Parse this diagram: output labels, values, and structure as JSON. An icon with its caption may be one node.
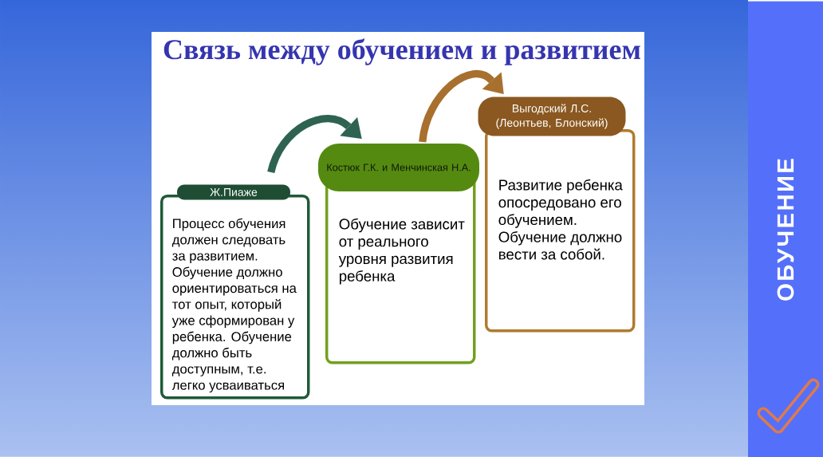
{
  "diagram": {
    "title": "Связь между обучением и развитием",
    "nodes": [
      {
        "text": [
          "Ж.Пиаже",
          "Процесс обучения должен следовать за развитием. Обучение должно ориентироваться на тот опыт, который уже сформирован у ребенка. Обучение должно быть доступным, т.е. легко усваиваться"
        ]
      },
      {
        "text": [
          "Костюк Г.К. и Менчинская Н.А.",
          "Обучение зависит от реального уровня развития ребенка"
        ]
      },
      {
        "text": [
          "Выгодский Л.С. (Леонтьев, Блонский)",
          "Развитие ребенка опосредовано его обучением. Обучение должно вести за собой."
        ]
      },
      {
        "text": [
          "ОБУЧЕНИЕ"
        ]
      }
    ],
    "edges": [
      {
        "from": 0,
        "to": 1,
        "arrow": "to",
        "color": "#2f6351"
      },
      {
        "from": 1,
        "to": 2,
        "arrow": "to",
        "color": "#a8702e"
      }
    ]
  }
}
